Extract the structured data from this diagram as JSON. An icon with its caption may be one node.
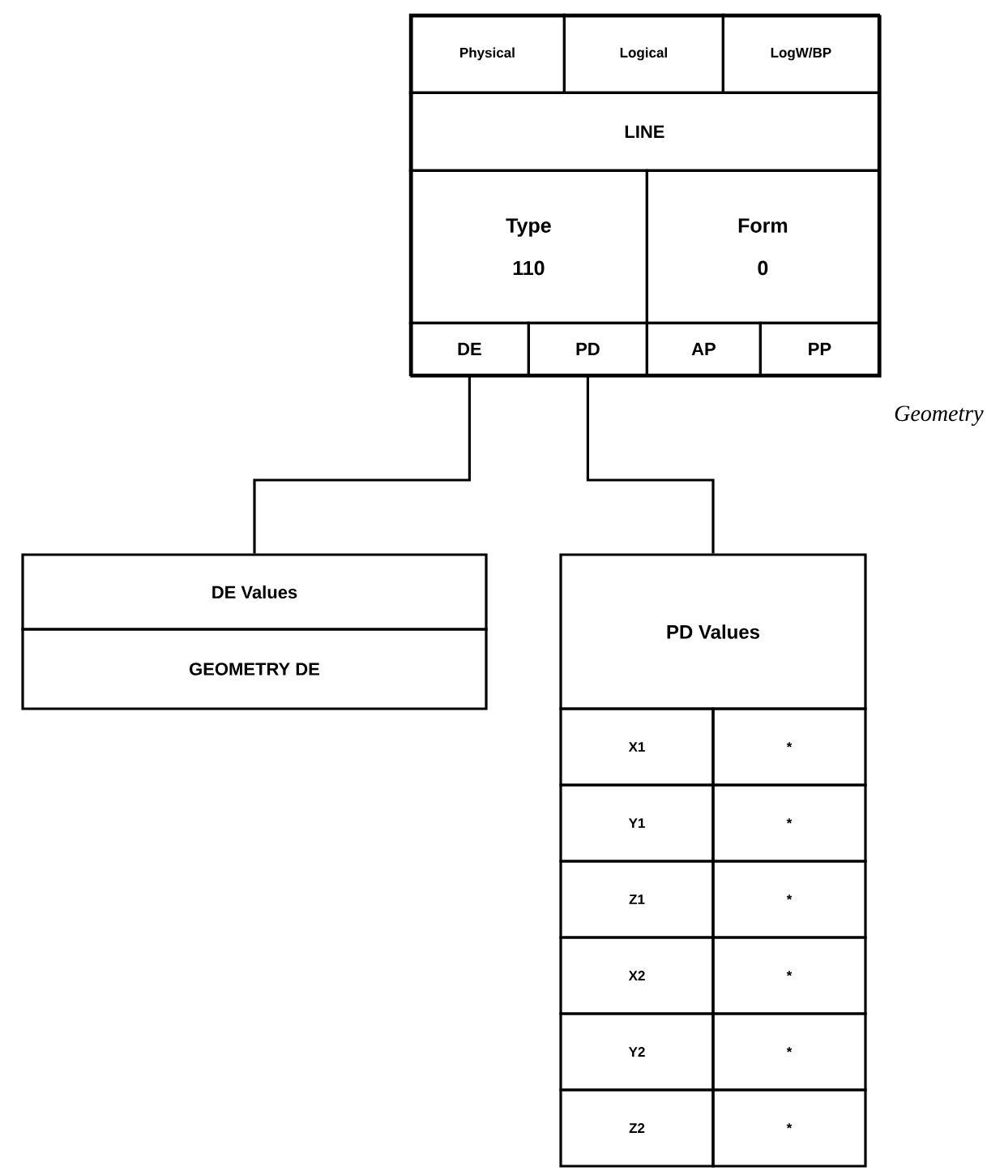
{
  "diagram": {
    "nodes": [
      {
        "text": [],
        "shape": "box",
        "beside": [
          "Geometry"
        ]
      },
      {
        "text": [
          "Physical"
        ],
        "in": 0
      },
      {
        "text": [
          "Logical"
        ],
        "in": 0
      },
      {
        "text": [
          "LogW/BP"
        ],
        "in": 0
      },
      {
        "text": [
          "LINE"
        ],
        "in": 0
      },
      {
        "text": [
          "Type",
          "110"
        ],
        "in": 0
      },
      {
        "text": [
          "Form",
          "0"
        ],
        "in": 0
      },
      {
        "text": [
          "DE"
        ],
        "in": 0
      },
      {
        "text": [
          "PD"
        ],
        "in": 0
      },
      {
        "text": [
          "AP"
        ],
        "in": 0
      },
      {
        "text": [
          "PP"
        ],
        "in": 0
      },
      {
        "text": [
          "DE Values"
        ]
      },
      {
        "text": [
          "GEOMETRY DE"
        ]
      },
      {
        "text": [
          "PD Values"
        ]
      },
      {
        "text": [
          "X1"
        ]
      },
      {
        "text": [
          "*"
        ]
      },
      {
        "text": [
          "Y1"
        ]
      },
      {
        "text": [
          "*"
        ]
      },
      {
        "text": [
          "Z1"
        ]
      },
      {
        "text": [
          "*"
        ]
      },
      {
        "text": [
          "X2"
        ]
      },
      {
        "text": [
          "*"
        ]
      },
      {
        "text": [
          "Y2"
        ]
      },
      {
        "text": [
          "*"
        ]
      },
      {
        "text": [
          "Z2"
        ]
      },
      {
        "text": [
          "*"
        ]
      }
    ],
    "edges": [
      {
        "from": 7,
        "to": 11,
        "arrow": "none"
      },
      {
        "from": 8,
        "to": 13,
        "arrow": "none"
      }
    ]
  }
}
